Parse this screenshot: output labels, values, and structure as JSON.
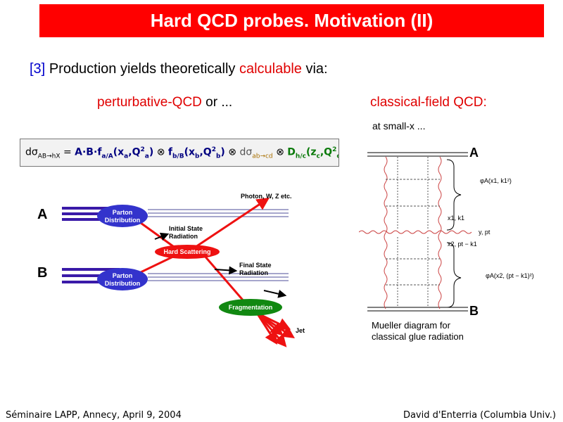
{
  "title": "Hard QCD probes. Motivation (II)",
  "intro": {
    "ref": "[3]",
    "text1": "Production yields theoretically",
    "highlight": "calculable",
    "text2": "via:"
  },
  "left_heading": {
    "highlight": "perturbative-QCD",
    "rest": "or ..."
  },
  "right_heading": "classical-field QCD:",
  "small_x_note": "at small-x ...",
  "formula": {
    "lhs": "dσ",
    "lhs_sub": "AB→hX",
    "eq": "=",
    "ab": "A·B·",
    "f1": "f",
    "f1_sub": "a/A",
    "f1_arg": "(x",
    "f1_arg_sub": "a",
    "f1_q": ",Q",
    "f1_q_sup": "2",
    "f1_q_sub": "a",
    "f1_close": ")",
    "otimes": "⊗",
    "f2": "f",
    "f2_sub": "b/B",
    "f2_arg": "(x",
    "f2_arg_sub": "b",
    "f2_q": ",Q",
    "f2_q_sup": "2",
    "f2_q_sub": "b",
    "f2_close": ")",
    "ds": "dσ",
    "ds_sub": "ab→cd",
    "d": "D",
    "d_sub": "h/c",
    "d_arg": "(z",
    "d_arg_sub": "c",
    "d_q": ",Q",
    "d_q_sup": "2",
    "d_q_sub": "c",
    "d_close": ")"
  },
  "pqcd_diagram": {
    "label_a": "A",
    "label_b": "B",
    "parton_distribution": "Parton Distribution",
    "initial_state_radiation": "Initial State Radiation",
    "hard_scattering": "Hard Scattering",
    "final_state_radiation": "Final State Radiation",
    "fragmentation": "Fragmentation",
    "photon_label": "Photon, W, Z etc.",
    "jet_label": "Jet"
  },
  "mueller_diagram": {
    "label_a": "A",
    "label_b": "B",
    "phi_top": "φA(x1, k1²)",
    "x1k1": "x1, k1",
    "ypt": "y, pt",
    "x2": "x2, pt − k1",
    "phi_bottom": "φA(x2, (pt − k1)²)",
    "caption_line1": "Mueller diagram for",
    "caption_line2": "classical glue radiation"
  },
  "footer_left": "Séminaire LAPP, Annecy, April 9, 2004",
  "footer_right": "David d'Enterria (Columbia Univ.)",
  "colors": {
    "title_bg": "#ff0000",
    "accent_red": "#e00000",
    "ref_blue": "#0000cc",
    "parton_blue": "#3333cc",
    "beam_purple": "#3a1aa8",
    "hard_red": "#ee1111",
    "frag_green": "#118811"
  }
}
